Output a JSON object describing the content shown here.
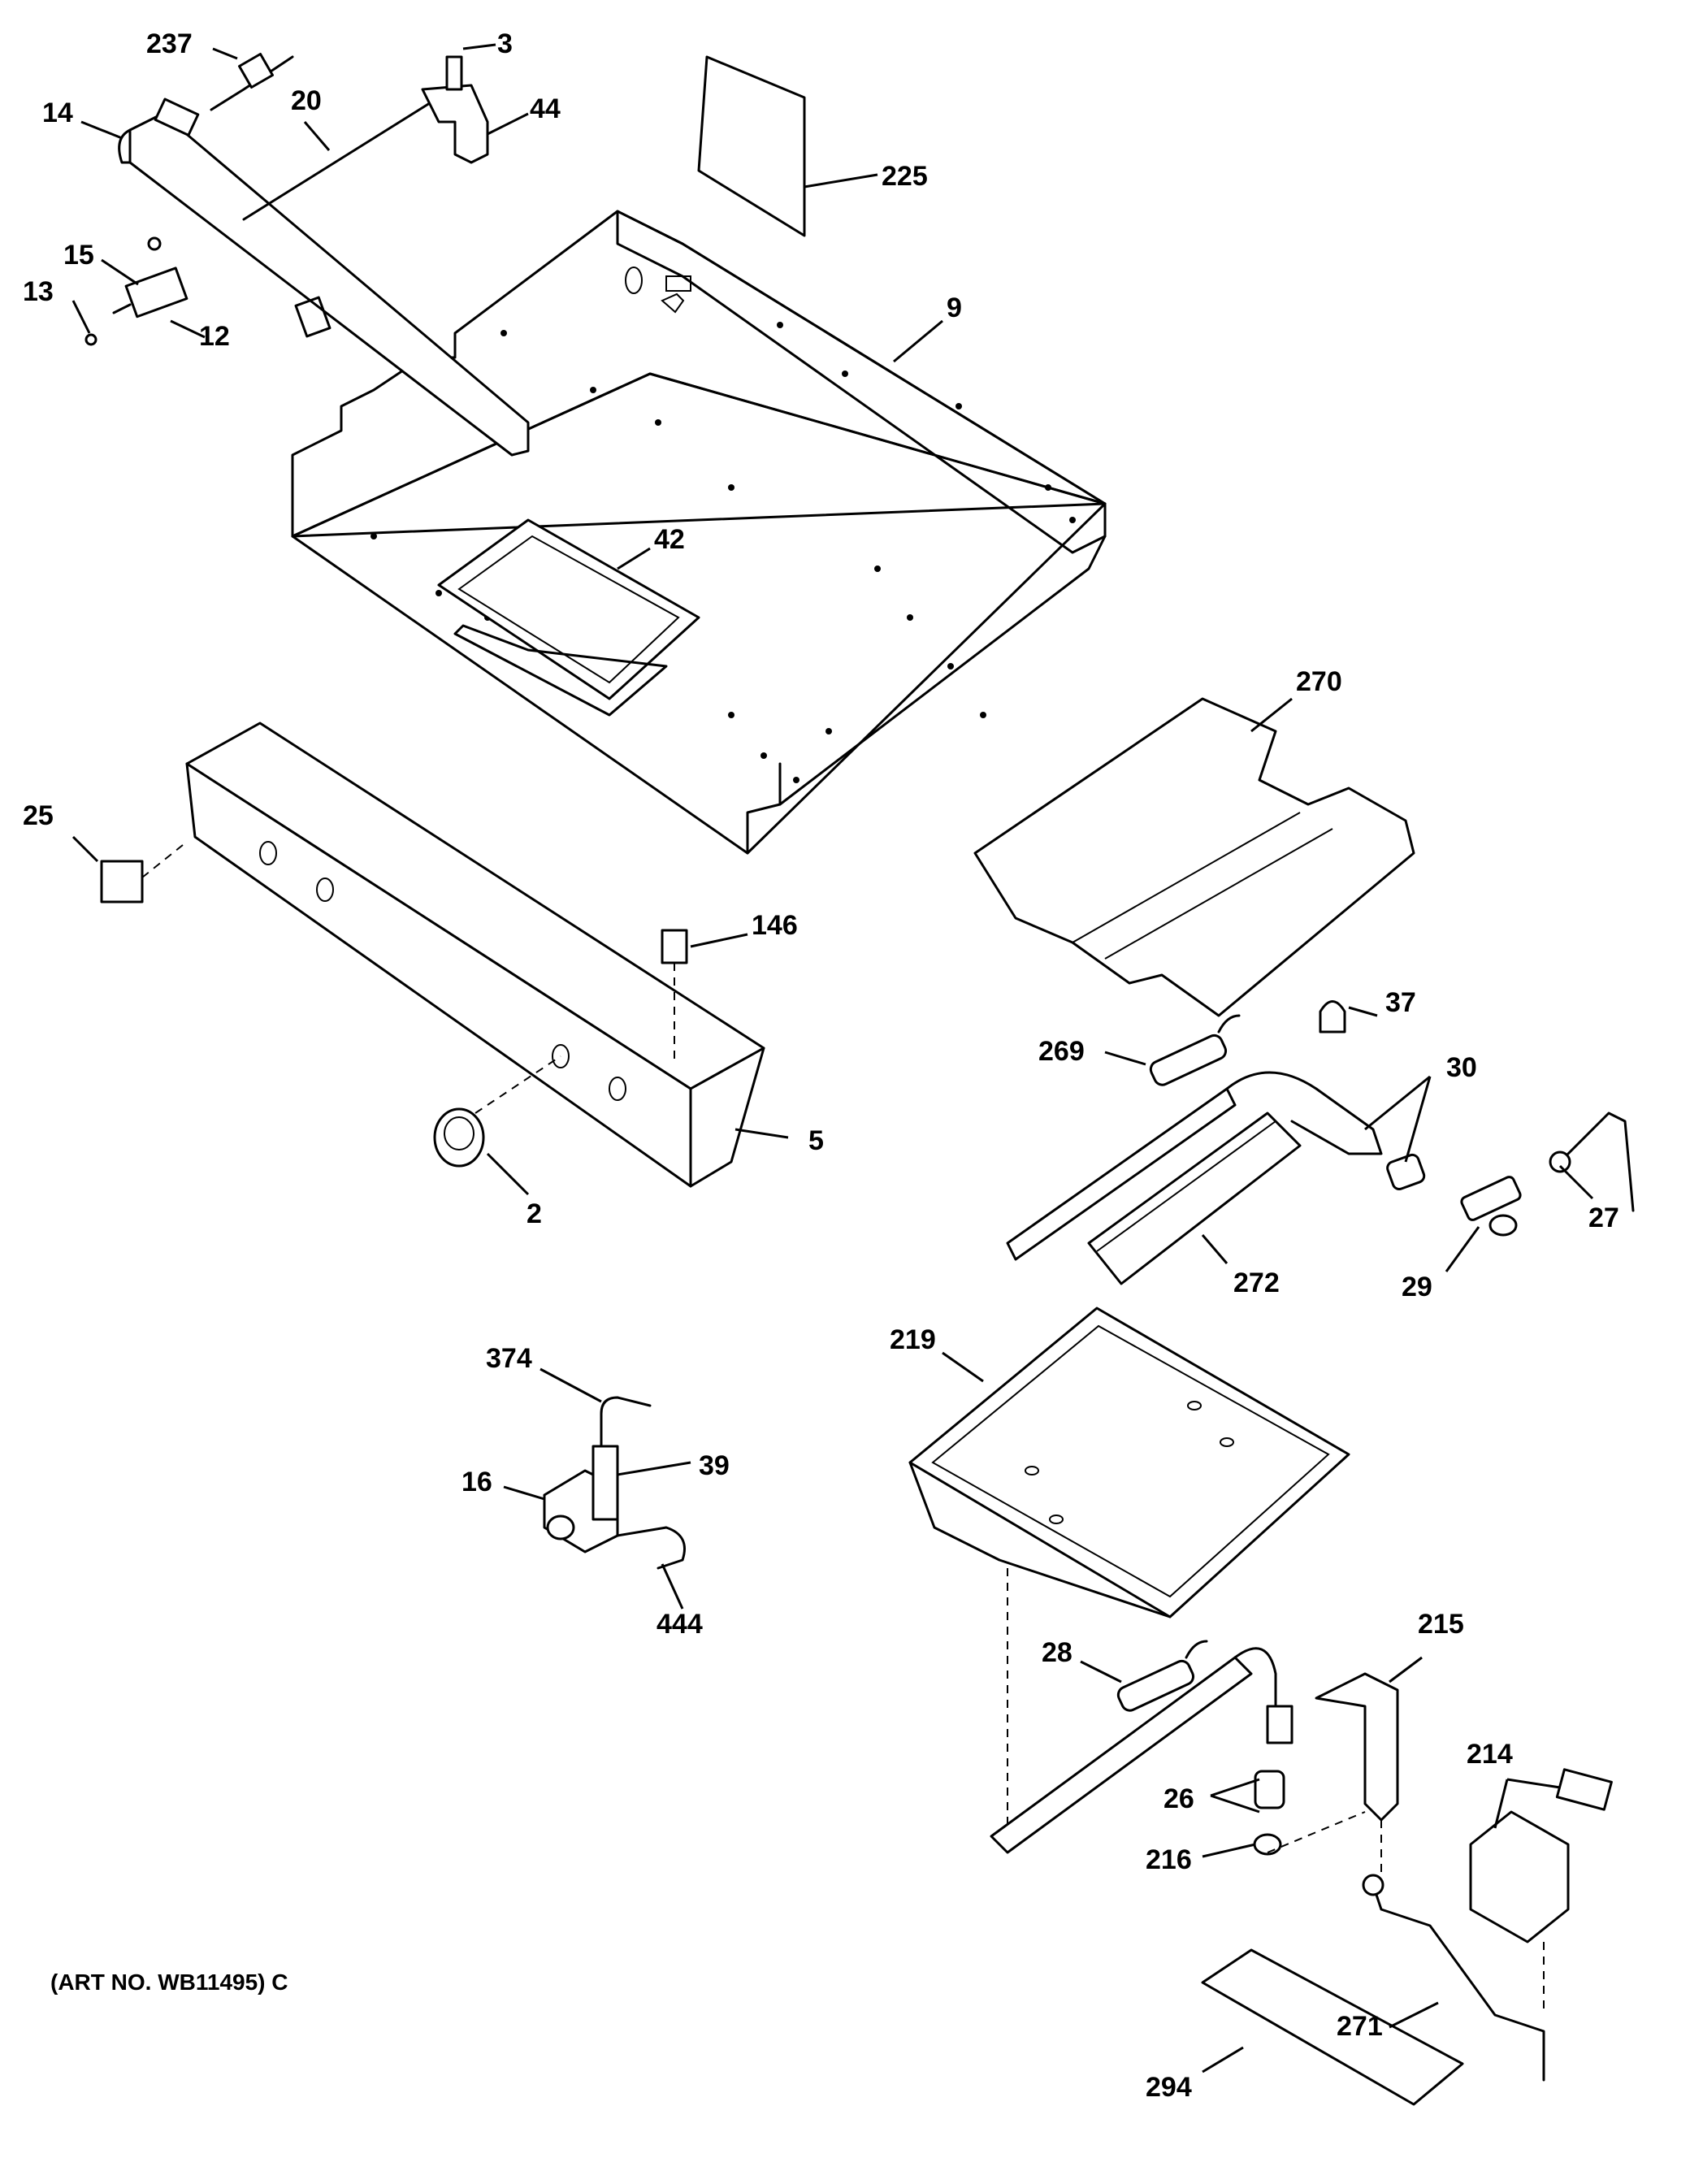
{
  "callouts": {
    "c237": "237",
    "c3": "3",
    "c14": "14",
    "c20": "20",
    "c44": "44",
    "c225": "225",
    "c15": "15",
    "c13": "13",
    "c12": "12",
    "c9": "9",
    "c42": "42",
    "c270": "270",
    "c25": "25",
    "c146": "146",
    "c5": "5",
    "c2": "2",
    "c37": "37",
    "c269": "269",
    "c30": "30",
    "c27": "27",
    "c29": "29",
    "c272": "272",
    "c374": "374",
    "c39": "39",
    "c16": "16",
    "c444": "444",
    "c219": "219",
    "c215": "215",
    "c28": "28",
    "c214": "214",
    "c26": "26",
    "c216": "216",
    "c271": "271",
    "c294": "294"
  },
  "art_number": "(ART NO. WB11495) C"
}
